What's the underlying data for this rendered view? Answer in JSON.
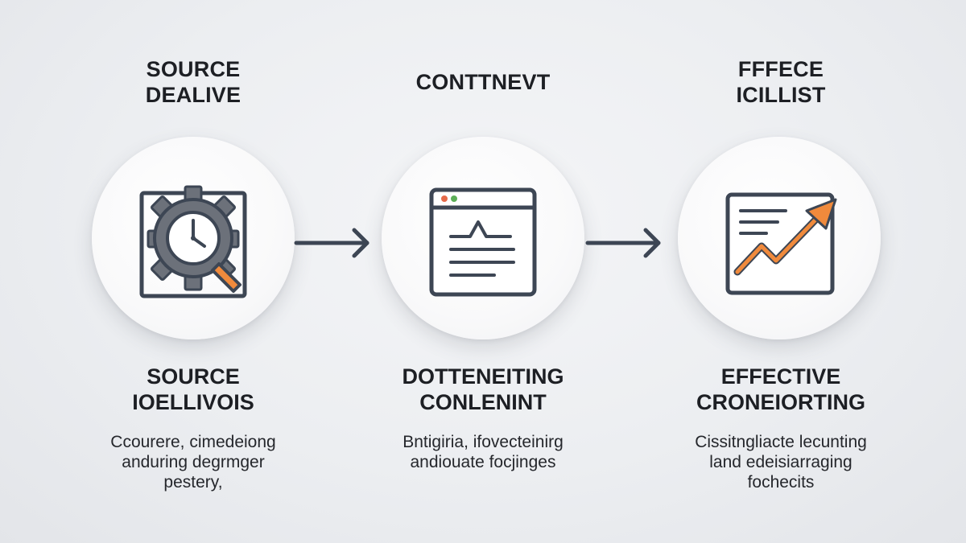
{
  "steps": [
    {
      "top_title": [
        "SOURCE",
        "DEALIVE"
      ],
      "icon": "gear-clock-magnifier-icon",
      "bottom_title": [
        "SOURCE",
        "IOELLIVOIS"
      ],
      "description": [
        "Ccourere, cimedeiong",
        "anduring degrmger",
        "pestery,"
      ]
    },
    {
      "top_title": [
        "CONTTNEVT"
      ],
      "icon": "browser-document-icon",
      "bottom_title": [
        "DOTTENEITING",
        "CONLENINT"
      ],
      "description": [
        "Bntigiria, ifovecteinirg",
        "andiouate focjinges"
      ]
    },
    {
      "top_title": [
        "FFFECE",
        "ICILLIST"
      ],
      "icon": "trend-chart-icon",
      "bottom_title": [
        "EFFECTIVE",
        "CRONEIORTING"
      ],
      "description": [
        "Cissitngliacte lecunting",
        "land edeisiarraging",
        "fochecits"
      ]
    }
  ],
  "colors": {
    "accent": "#f08a3c",
    "icon_stroke": "#3d4654",
    "gear": "#6c717a",
    "dot_red": "#e56a4a",
    "dot_green": "#5cae57"
  }
}
